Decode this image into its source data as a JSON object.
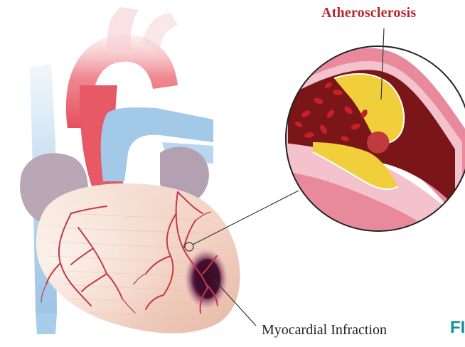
{
  "labels": {
    "atherosclerosis": "Atherosclerosis",
    "myocardial_infarction": "Myocardial Infraction",
    "cropped_text": "FI"
  },
  "colors": {
    "label_red": "#b5282c",
    "label_teal": "#138fa0",
    "vessel_wall": "#e07a8c",
    "plaque": "#f0cf3a",
    "blood": "#7a1518",
    "red_cell": "#c8202a",
    "infarct": "#3a0d2a",
    "heart_muscle": "#f4d6c8",
    "vena_cava": "#a9cdea"
  }
}
